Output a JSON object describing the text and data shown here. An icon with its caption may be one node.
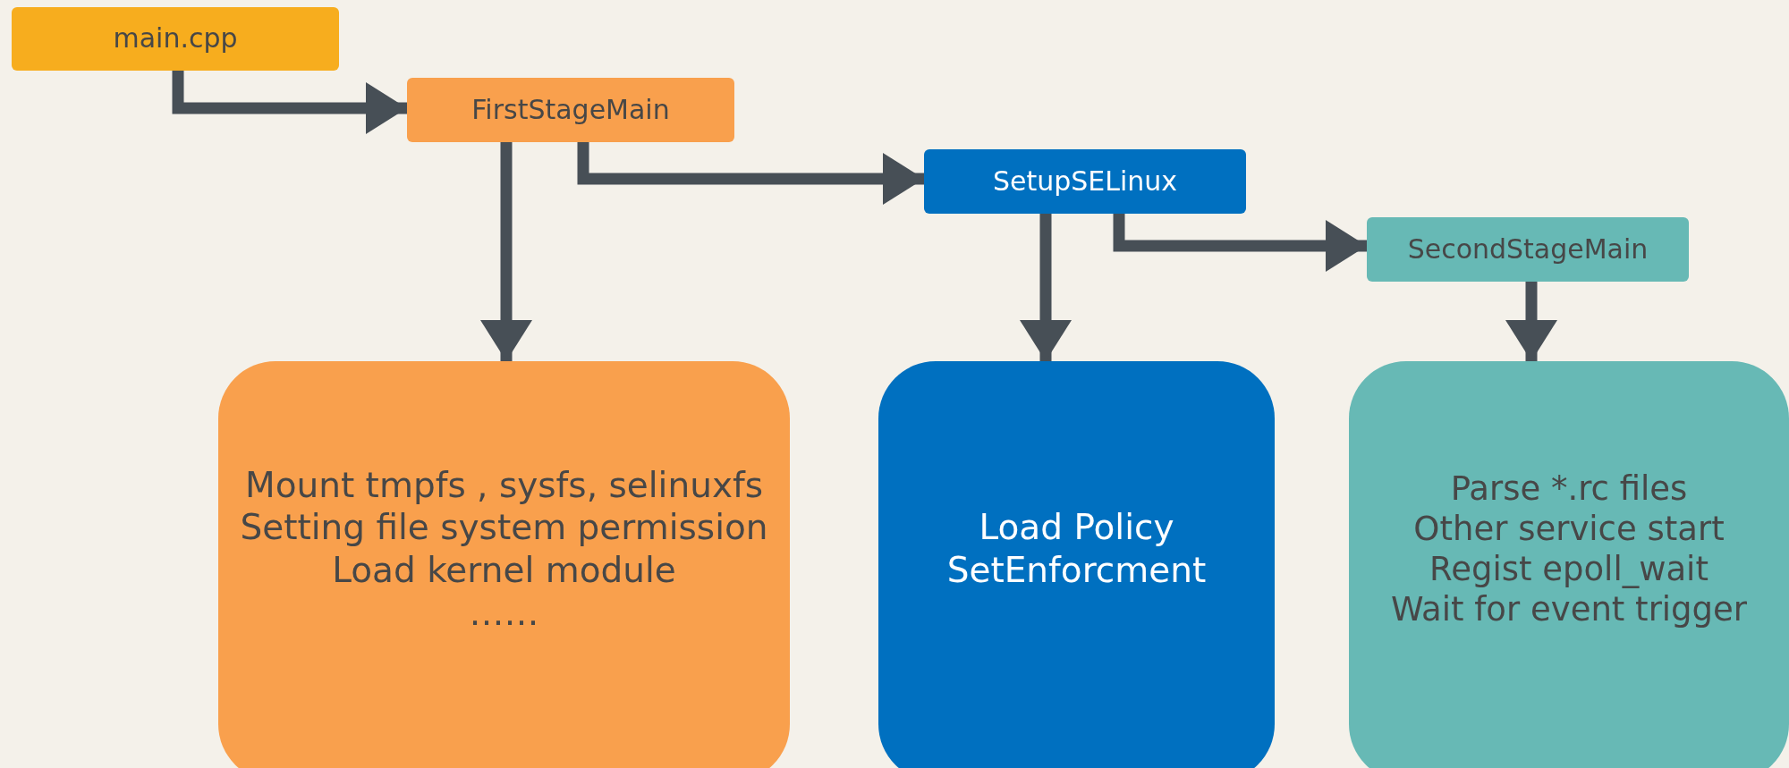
{
  "diagram": {
    "nodes": [
      {
        "text": [
          "main.cpp"
        ]
      },
      {
        "text": [
          "FirstStageMain"
        ]
      },
      {
        "text": [
          "SetupSELinux"
        ]
      },
      {
        "text": [
          "SecondStageMain"
        ]
      },
      {
        "text": [
          "Mount tmpfs , sysfs, selinuxfs",
          "Setting file system permission",
          "Load kernel module",
          "……"
        ]
      },
      {
        "text": [
          "Load Policy",
          "SetEnforcment"
        ]
      },
      {
        "text": [
          "Parse *.rc files",
          "Other service start",
          "Regist epoll_wait",
          "Wait for event trigger"
        ]
      }
    ],
    "edges": [
      {
        "from": 0,
        "to": 1,
        "arrow": "to"
      },
      {
        "from": 1,
        "to": 4,
        "arrow": "to"
      },
      {
        "from": 1,
        "to": 2,
        "arrow": "to"
      },
      {
        "from": 2,
        "to": 5,
        "arrow": "to"
      },
      {
        "from": 2,
        "to": 3,
        "arrow": "to"
      },
      {
        "from": 3,
        "to": 6,
        "arrow": "to"
      }
    ]
  }
}
